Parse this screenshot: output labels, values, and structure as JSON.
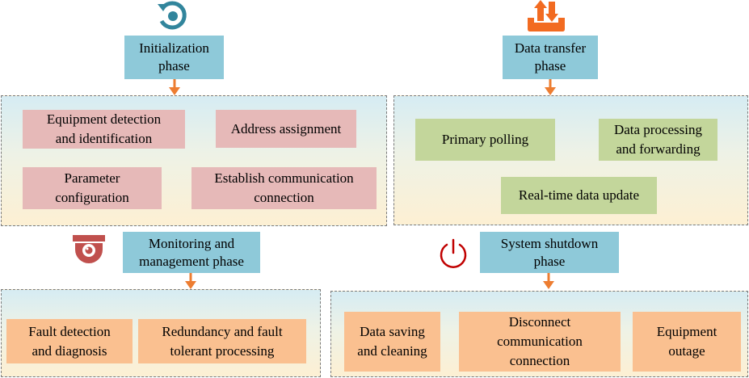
{
  "colors": {
    "phase_box": "#8ec9d9",
    "arrow": "#ed7d31",
    "init_items": "#e6b9b8",
    "transfer_items": "#c3d69b",
    "monitor_items": "#fac090",
    "shutdown_items": "#fac090",
    "restart_icon": "#31859c",
    "transfer_icon": "#f26b21",
    "camera_icon": "#c0504d",
    "power_icon": "#c00000"
  },
  "initialization": {
    "icon": "restart-icon",
    "phase": [
      "Initialization",
      "phase"
    ],
    "items": [
      [
        "Equipment detection",
        "and identification"
      ],
      [
        "Address assignment"
      ],
      [
        "Parameter",
        "configuration"
      ],
      [
        "Establish communication",
        "connection"
      ]
    ]
  },
  "transfer": {
    "icon": "data-transfer-icon",
    "phase": [
      "Data transfer",
      "phase"
    ],
    "items": [
      [
        "Primary polling"
      ],
      [
        "Data processing",
        "and forwarding"
      ],
      [
        "Real-time data update"
      ]
    ]
  },
  "monitoring": {
    "icon": "camera-icon",
    "phase": [
      "Monitoring and",
      "management phase"
    ],
    "items": [
      [
        "Fault detection",
        "and diagnosis"
      ],
      [
        "Redundancy and fault",
        "tolerant processing"
      ]
    ]
  },
  "shutdown": {
    "icon": "power-icon",
    "phase": [
      "System shutdown",
      "phase"
    ],
    "items": [
      [
        "Data saving",
        "and cleaning"
      ],
      [
        "Disconnect",
        "communication",
        "connection"
      ],
      [
        "Equipment",
        "outage"
      ]
    ]
  }
}
